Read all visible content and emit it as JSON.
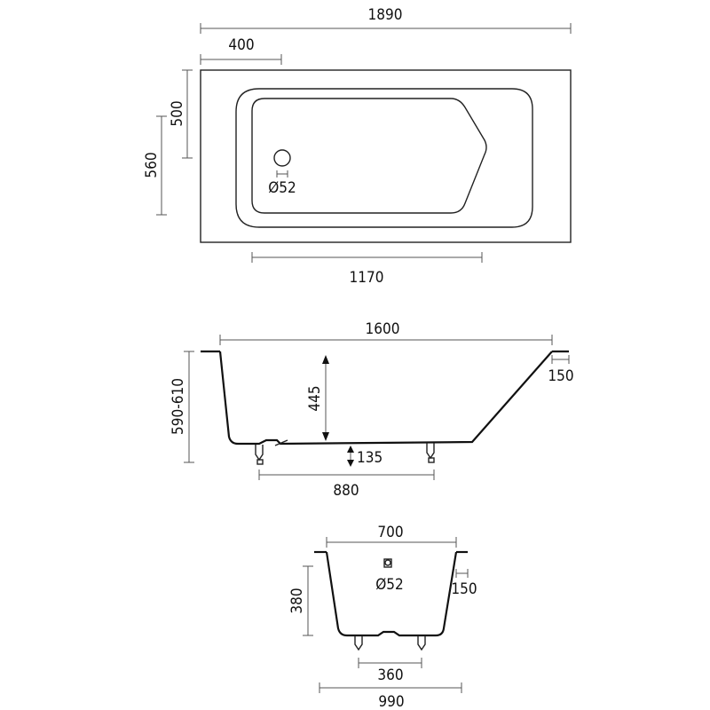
{
  "top_view": {
    "overall_length": "1890",
    "drain_offset": "400",
    "inner_width": "500",
    "overall_width": "560",
    "drain_diameter": "Ø52",
    "inner_length": "1170"
  },
  "side_view": {
    "rim_length": "1600",
    "rim_thickness": "150",
    "height_range": "590-610",
    "inner_depth": "445",
    "leg_height": "135",
    "leg_spacing": "880"
  },
  "end_view": {
    "rim_width": "700",
    "rim_thickness": "150",
    "drain_diameter": "Ø52",
    "body_height": "380",
    "leg_spacing": "360",
    "base_width": "990"
  }
}
